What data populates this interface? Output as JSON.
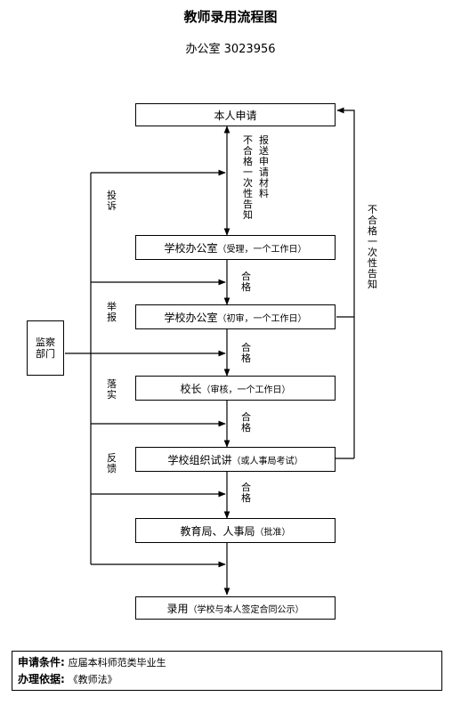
{
  "title": "教师录用流程图",
  "subtitle": "办公室  3023956",
  "boxes": {
    "apply": {
      "main": "本人申请",
      "note": ""
    },
    "accept": {
      "main": "学校办公室",
      "note": "（受理，一个工作日）"
    },
    "review": {
      "main": "学校办公室",
      "note": "（初审，一个工作日）"
    },
    "principal": {
      "main": "校长",
      "note": "（审核，一个工作日）"
    },
    "trial": {
      "main": "学校组织试讲",
      "note": "（或人事局考试）"
    },
    "bureau": {
      "main": "教育局、人事局",
      "note": "（批准）"
    },
    "hire": {
      "main": "录用",
      "note": "（学校与本人签定合同公示）"
    },
    "supervision": {
      "main": "监察部门"
    }
  },
  "edge_labels": {
    "submit": "报送申请材料",
    "fail_once_left": "不合格一次性告知",
    "pass1": "合格",
    "pass2": "合格",
    "pass3": "合格",
    "pass4": "合格",
    "fail_once_right": "不合格一次性告知",
    "complaint": "投诉",
    "report": "举报",
    "verify": "落实",
    "feedback": "反馈"
  },
  "footer": {
    "conditions_label": "申请条件:",
    "conditions_value": "应届本科师范类毕业生",
    "basis_label": "办理依据:",
    "basis_value": "《教师法》"
  }
}
